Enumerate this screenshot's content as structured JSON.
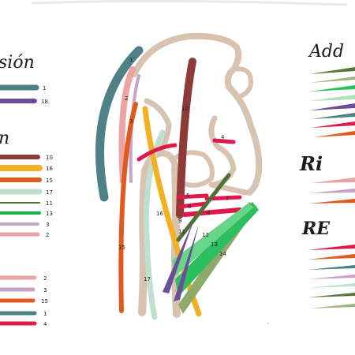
{
  "headings": {
    "flexion": "sión",
    "extension": "n",
    "add": "Add",
    "ri": "Ri",
    "re": "RE"
  },
  "legend_left": {
    "flexion": [
      {
        "num": "1",
        "color": "#4e8185"
      },
      {
        "num": "18",
        "color": "#6a4e9a"
      }
    ],
    "extension": [
      {
        "num": "10",
        "color": "#8e3a39"
      },
      {
        "num": "16",
        "color": "#f4b025"
      },
      {
        "num": "15",
        "color": "#e05a1c"
      },
      {
        "num": "17",
        "color": "#bfe0cf"
      },
      {
        "num": "11",
        "color": "#4f6e38"
      },
      {
        "num": "13",
        "color": "#1fb24a"
      },
      {
        "num": "3",
        "color": "#c6a3c7"
      },
      {
        "num": "2",
        "color": "#eca3a3"
      }
    ],
    "bottom": [
      {
        "num": "2",
        "color": "#eca3a3"
      },
      {
        "num": "3",
        "color": "#c6a3c7"
      },
      {
        "num": "15",
        "color": "#e05a1c"
      },
      {
        "num": "1",
        "color": "#4e8185"
      },
      {
        "num": "4",
        "color": "#e0194a"
      }
    ]
  },
  "legend_right": {
    "add": [
      "#56753b",
      "#9cb481",
      "#2bbf5f",
      "#aee1bd",
      "#6a4e9a",
      "#4e8185",
      "#e0194a",
      "#e05a1c"
    ],
    "ri": [
      "#eca3a3",
      "#c6a3c7",
      "#e05a1c"
    ],
    "re": [
      "#e0194a",
      "#e05a1c",
      "#4e8185",
      "#c6a3c7",
      "#bfe0cf",
      "#56753b",
      "#9cb481"
    ]
  },
  "muscles": [
    {
      "num": "1",
      "color": "#4e8185"
    },
    {
      "num": "2",
      "color": "#eca3a3"
    },
    {
      "num": "3",
      "color": "#c6a3c7"
    },
    {
      "num": "4",
      "color": "#e0194a"
    },
    {
      "num": "5",
      "color": "#e0194a"
    },
    {
      "num": "6",
      "color": "#e0194a"
    },
    {
      "num": "7",
      "color": "#e0194a"
    },
    {
      "num": "8",
      "color": "#e0194a"
    },
    {
      "num": "9",
      "color": "#6a4e9a"
    },
    {
      "num": "10",
      "color": "#8e3a39"
    },
    {
      "num": "11",
      "color": "#4f6e38"
    },
    {
      "num": "12",
      "color": "#2bbf5f"
    },
    {
      "num": "13",
      "color": "#1fb24a"
    },
    {
      "num": "14",
      "color": "#8faa6a"
    },
    {
      "num": "15",
      "color": "#e05a1c"
    },
    {
      "num": "16",
      "color": "#f4b025"
    },
    {
      "num": "17",
      "color": "#bfe0cf"
    }
  ],
  "bone_color": "#d8c3b1"
}
